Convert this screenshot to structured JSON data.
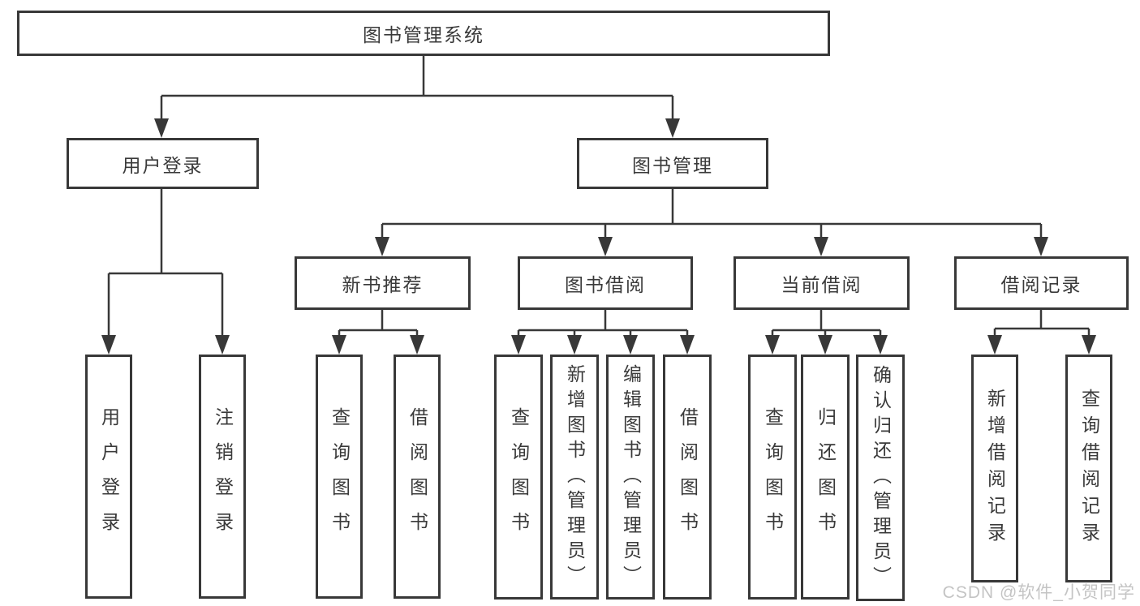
{
  "diagram": {
    "root": "图书管理系统",
    "level2": {
      "user_login": "用户登录",
      "book_management": "图书管理"
    },
    "level3": {
      "new_book_recommend": "新书推荐",
      "book_borrow": "图书借阅",
      "current_borrow": "当前借阅",
      "borrow_record": "借阅记录"
    },
    "leaves": {
      "user_login": [
        "用户登录",
        "注销登录"
      ],
      "new_book_recommend": [
        "查询图书",
        "借阅图书"
      ],
      "book_borrow": [
        "查询图书",
        "新增图书（管理员）",
        "编辑图书（管理员）",
        "借阅图书"
      ],
      "current_borrow": [
        "查询图书",
        "归还图书",
        "确认归还（管理员）"
      ],
      "borrow_record": [
        "新增借阅记录",
        "查询借阅记录"
      ]
    },
    "watermark": "CSDN @软件_小贺同学",
    "colors": {
      "line": "#383838",
      "text": "#3a3a3a",
      "watermark": "#c4c4c4",
      "background": "#ffffff"
    }
  }
}
